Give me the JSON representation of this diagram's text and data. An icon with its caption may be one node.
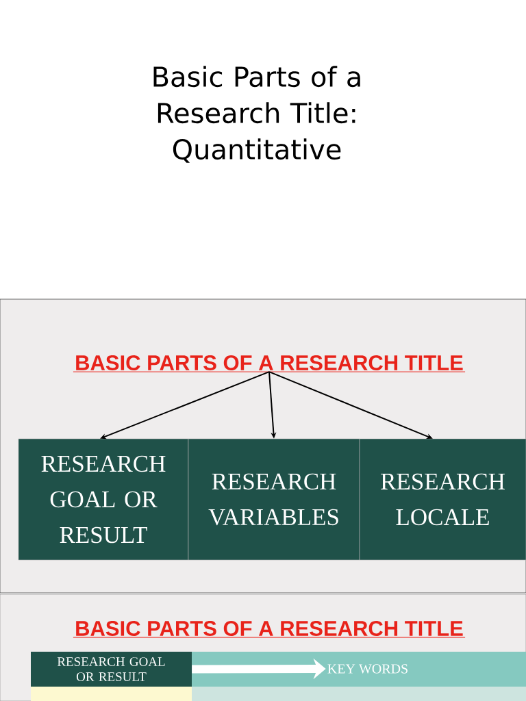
{
  "diagram": {
    "title": "Basic Parts of a Research Title: Quantitative",
    "nodes": [
      {
        "text": [
          "BASIC PARTS OF A RESEARCH TITLE"
        ]
      },
      {
        "text": [
          "RESEARCH GOAL OR RESULT"
        ]
      },
      {
        "text": [
          "RESEARCH VARIABLES"
        ]
      },
      {
        "text": [
          "RESEARCH LOCALE"
        ]
      },
      {
        "text": [
          "RESEARCH GOAL OR RESULT"
        ]
      },
      {
        "text": [
          "KEY WORDS"
        ]
      }
    ],
    "edges": [
      {
        "from": 0,
        "to": 1,
        "arrow": "to"
      },
      {
        "from": 0,
        "to": 2,
        "arrow": "to"
      },
      {
        "from": 0,
        "to": 3,
        "arrow": "to"
      },
      {
        "from": 4,
        "to": 5,
        "arrow": "to",
        "style": "thick",
        "color": "#ffffff"
      }
    ],
    "labels": [
      "BASIC PARTS OF A RESEARCH TITLE"
    ]
  }
}
